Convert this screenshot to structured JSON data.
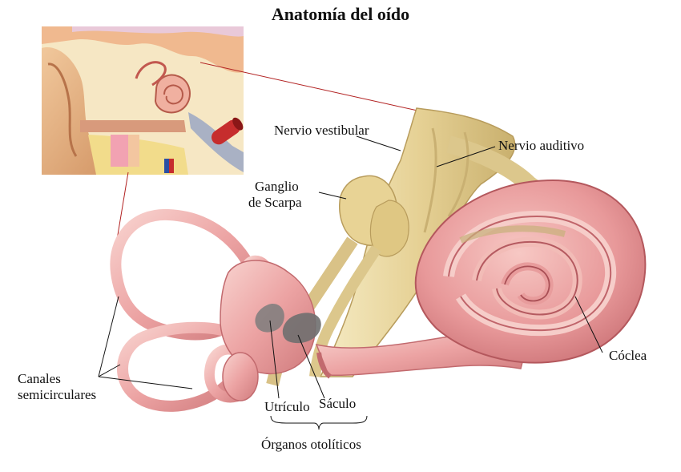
{
  "title": "Anatomía del oído",
  "labels": {
    "vestibular_nerve": "Nervio vestibular",
    "auditory_nerve": "Nervio auditivo",
    "scarpa_line1": "Ganglio",
    "scarpa_line2": "de Scarpa",
    "cochlea": "Cóclea",
    "canals_line1": "Canales",
    "canals_line2": "semicirculares",
    "utricle": "Utrículo",
    "saccule": "Sáculo",
    "otolith_organs": "Órganos otolíticos"
  },
  "colors": {
    "membrane_pink": "#e99a9c",
    "membrane_light": "#f6c9c6",
    "membrane_dark": "#c56c70",
    "nerve_yellow": "#ecdca6",
    "nerve_shade": "#cbb477",
    "otolith_grey": "#7d7d7d",
    "connector_red": "#b22222"
  }
}
